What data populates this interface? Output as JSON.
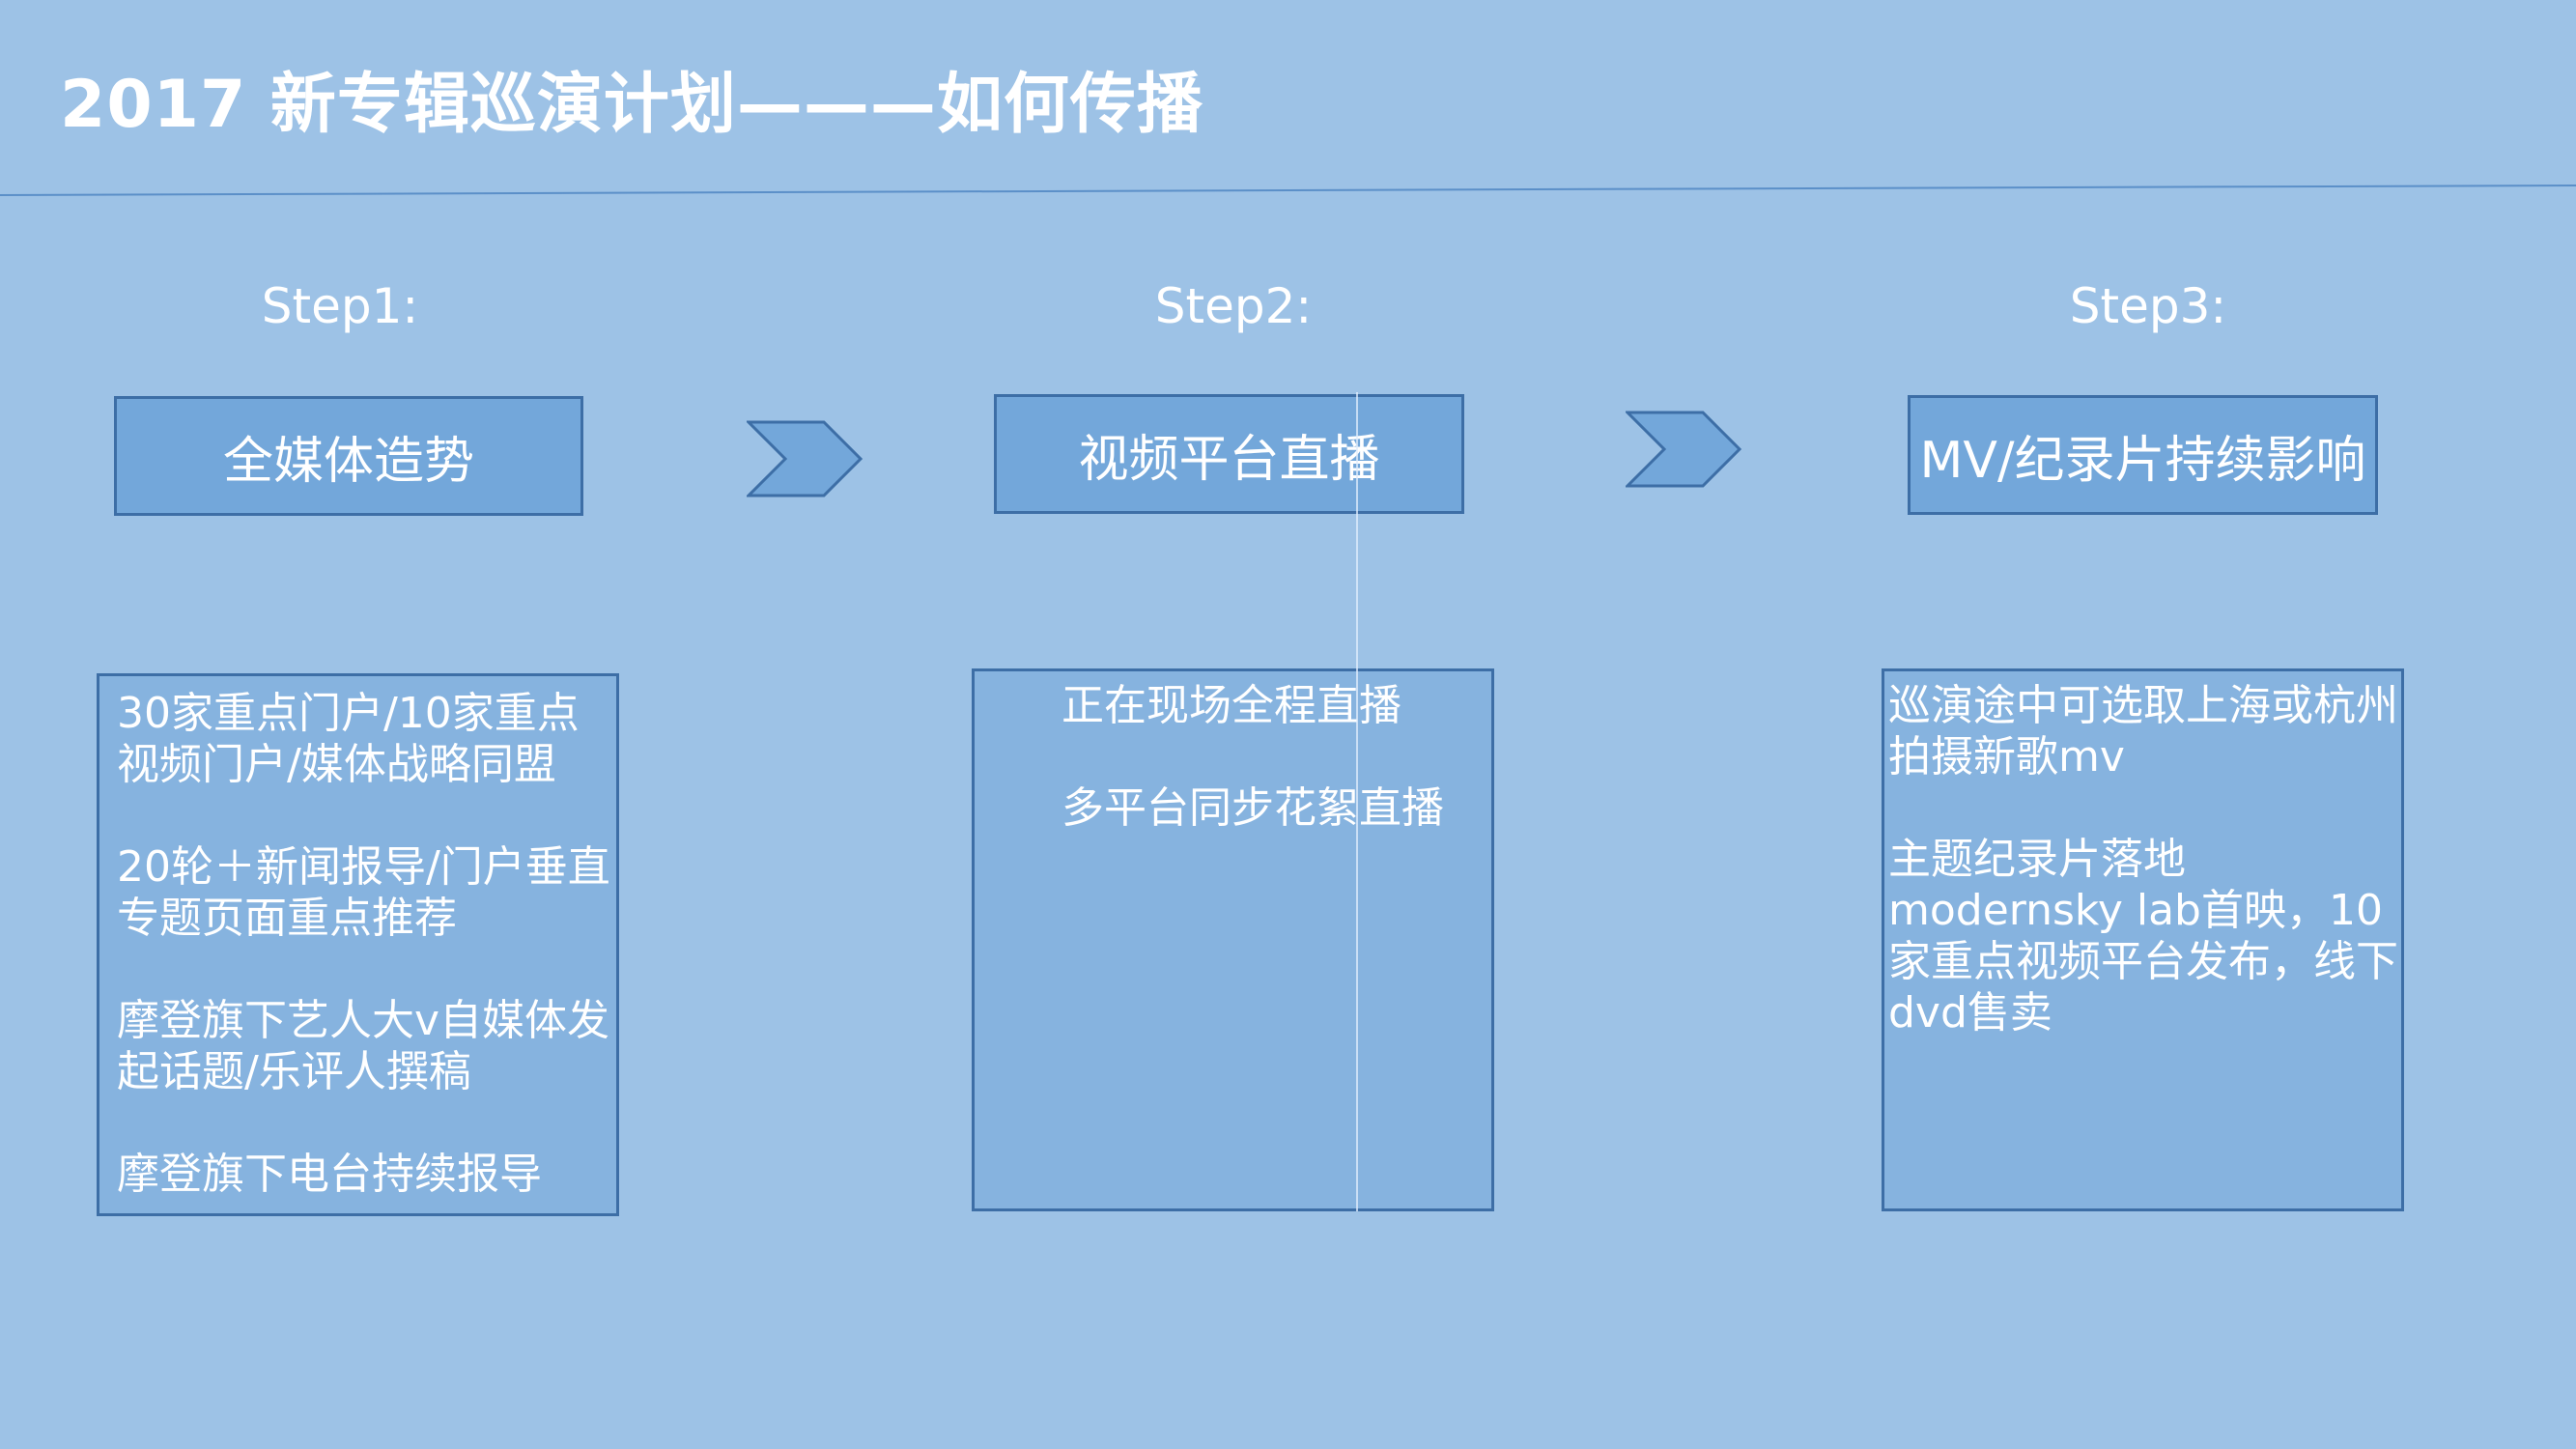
{
  "title": "2017 新专辑巡演计划———如何传播",
  "steps": [
    {
      "label": "Step1:",
      "heading": "全媒体造势",
      "details": [
        [
          "30家重点门户/10家重点",
          "视频门户/媒体战略同盟"
        ],
        [
          "20轮＋新闻报导/门户垂直",
          "专题页面重点推荐"
        ],
        [
          "摩登旗下艺人大v自媒体发",
          "起话题/乐评人撰稿"
        ],
        [
          "摩登旗下电台持续报导"
        ]
      ]
    },
    {
      "label": "Step2:",
      "heading": "视频平台直播",
      "details": [
        [
          "正在现场全程直播"
        ],
        [
          "多平台同步花絮直播"
        ]
      ]
    },
    {
      "label": "Step3:",
      "heading": "MV/纪录片持续影响",
      "details": [
        [
          "巡演途中可选取上海或杭州",
          "拍摄新歌mv"
        ],
        [
          "主题纪录片落地",
          "modernsky lab首映，10",
          "家重点视频平台发布，线下",
          "dvd售卖"
        ]
      ]
    }
  ],
  "colors": {
    "background": "#9dc2e6",
    "step_box_fill": "#73a7da",
    "detail_box_fill": "#86b3df",
    "border": "#3d6ea6",
    "text": "#ffffff"
  },
  "icons": {
    "arrow": "chevron-right-icon"
  }
}
